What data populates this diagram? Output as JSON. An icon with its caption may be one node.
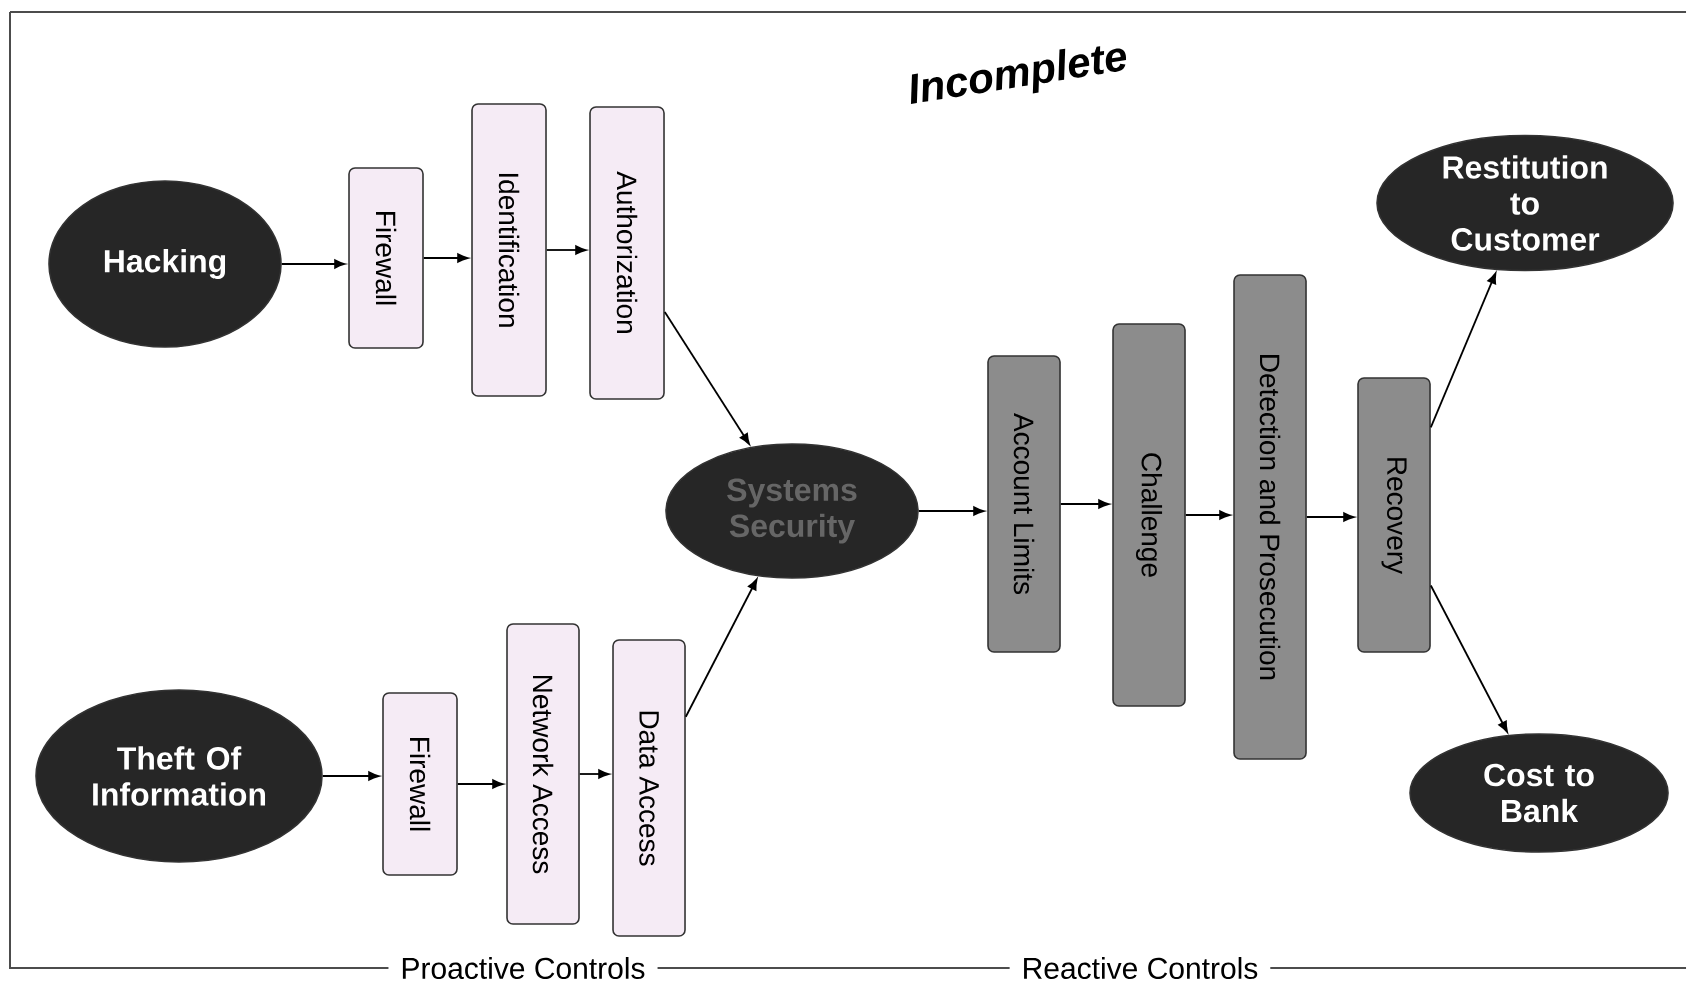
{
  "diagram": {
    "nodes": [
      {
        "text": [
          "Hacking"
        ]
      },
      {
        "text": [
          "Firewall"
        ]
      },
      {
        "text": [
          "Identification"
        ]
      },
      {
        "text": [
          "Authorization"
        ]
      },
      {
        "text": [
          "Systems Security"
        ]
      },
      {
        "text": [
          "Theft Of Information"
        ]
      },
      {
        "text": [
          "Firewall"
        ]
      },
      {
        "text": [
          "Network Access"
        ]
      },
      {
        "text": [
          "Data Access"
        ]
      },
      {
        "text": [
          "Account Limits"
        ]
      },
      {
        "text": [
          "Challenge"
        ]
      },
      {
        "text": [
          "Detection and Prosecution"
        ]
      },
      {
        "text": [
          "Recovery"
        ]
      },
      {
        "text": [
          "Restitution to Customer"
        ]
      },
      {
        "text": [
          "Cost to Bank"
        ]
      }
    ],
    "edges": [
      {
        "from": 0,
        "to": 1,
        "arrow": "to"
      },
      {
        "from": 1,
        "to": 2,
        "arrow": "to"
      },
      {
        "from": 2,
        "to": 3,
        "arrow": "to"
      },
      {
        "from": 3,
        "to": 4,
        "arrow": "to"
      },
      {
        "from": 5,
        "to": 6,
        "arrow": "to"
      },
      {
        "from": 6,
        "to": 7,
        "arrow": "to"
      },
      {
        "from": 7,
        "to": 8,
        "arrow": "to"
      },
      {
        "from": 8,
        "to": 4,
        "arrow": "to"
      },
      {
        "from": 4,
        "to": 9,
        "arrow": "to"
      },
      {
        "from": 9,
        "to": 10,
        "arrow": "to"
      },
      {
        "from": 10,
        "to": 11,
        "arrow": "to"
      },
      {
        "from": 11,
        "to": 12,
        "arrow": "to"
      },
      {
        "from": 12,
        "to": 13,
        "arrow": "to"
      },
      {
        "from": 12,
        "to": 14,
        "arrow": "to"
      }
    ],
    "labels": [
      "Incomplete",
      "Proactive Controls",
      "Reactive Controls"
    ]
  }
}
